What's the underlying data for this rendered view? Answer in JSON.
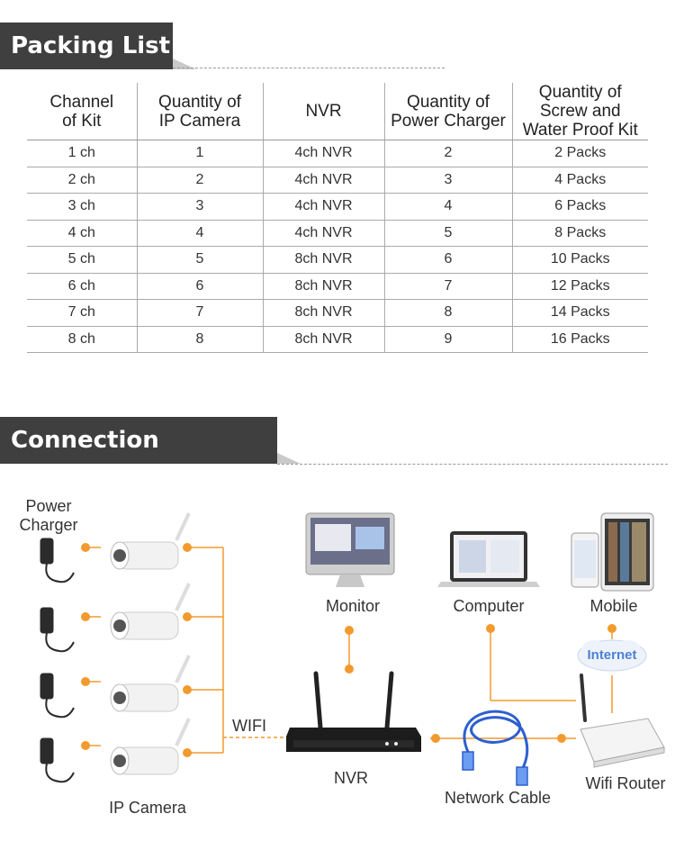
{
  "packing": {
    "title": "Packing List",
    "headers": [
      [
        "Channel",
        "of Kit"
      ],
      [
        "Quantity of",
        "IP Camera"
      ],
      [
        "NVR"
      ],
      [
        "Quantity of",
        "Power Charger"
      ],
      [
        "Quantity of",
        "Screw and",
        "Water Proof Kit"
      ]
    ],
    "rows": [
      [
        "1 ch",
        "1",
        "4ch NVR",
        "2",
        "2 Packs"
      ],
      [
        "2 ch",
        "2",
        "4ch NVR",
        "3",
        "4 Packs"
      ],
      [
        "3 ch",
        "3",
        "4ch NVR",
        "4",
        "6 Packs"
      ],
      [
        "4 ch",
        "4",
        "4ch NVR",
        "5",
        "8 Packs"
      ],
      [
        "5 ch",
        "5",
        "8ch NVR",
        "6",
        "10 Packs"
      ],
      [
        "6 ch",
        "6",
        "8ch NVR",
        "7",
        "12 Packs"
      ],
      [
        "7 ch",
        "7",
        "8ch NVR",
        "8",
        "14 Packs"
      ],
      [
        "8 ch",
        "8",
        "8ch NVR",
        "9",
        "16 Packs"
      ]
    ]
  },
  "connection": {
    "title": "Connection Principle",
    "labels": {
      "power_charger_1": "Power",
      "power_charger_2": "Charger",
      "ip_camera": "IP Camera",
      "wifi": "WIFI",
      "monitor": "Monitor",
      "computer": "Computer",
      "mobile": "Mobile",
      "internet": "Internet",
      "nvr": "NVR",
      "network_cable": "Network Cable",
      "wifi_router": "Wifi Router"
    },
    "colors": {
      "line": "#f39a2e",
      "dot": "#f39a2e",
      "tab": "#3f3f3f",
      "internet": "#5a8fd6"
    }
  }
}
